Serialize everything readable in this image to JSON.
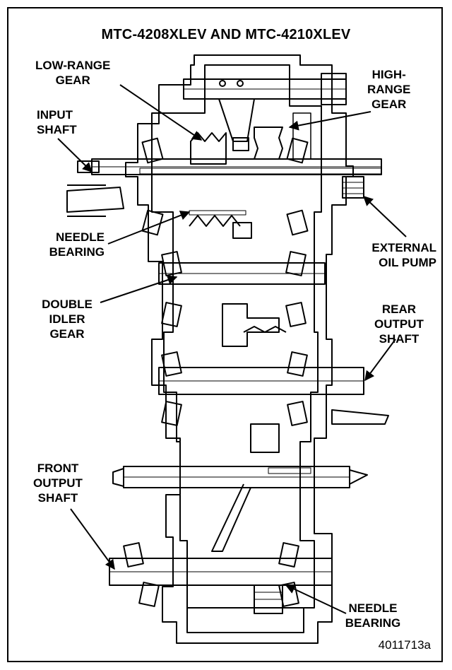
{
  "title": "MTC-4208XLEV AND MTC-4210XLEV",
  "labels": {
    "low_range_gear": [
      "LOW-RANGE",
      "GEAR"
    ],
    "high_range_gear": [
      "HIGH-",
      "RANGE",
      "GEAR"
    ],
    "input_shaft": [
      "INPUT",
      "SHAFT"
    ],
    "needle_bearing_top": [
      "NEEDLE",
      "BEARING"
    ],
    "external_oil_pump": [
      "EXTERNAL",
      "OIL PUMP"
    ],
    "double_idler_gear": [
      "DOUBLE",
      "IDLER",
      "GEAR"
    ],
    "rear_output_shaft": [
      "REAR",
      "OUTPUT",
      "SHAFT"
    ],
    "front_output_shaft": [
      "FRONT",
      "OUTPUT",
      "SHAFT"
    ],
    "needle_bearing_bottom": [
      "NEEDLE",
      "BEARING"
    ]
  },
  "figure_id": "4011713a"
}
